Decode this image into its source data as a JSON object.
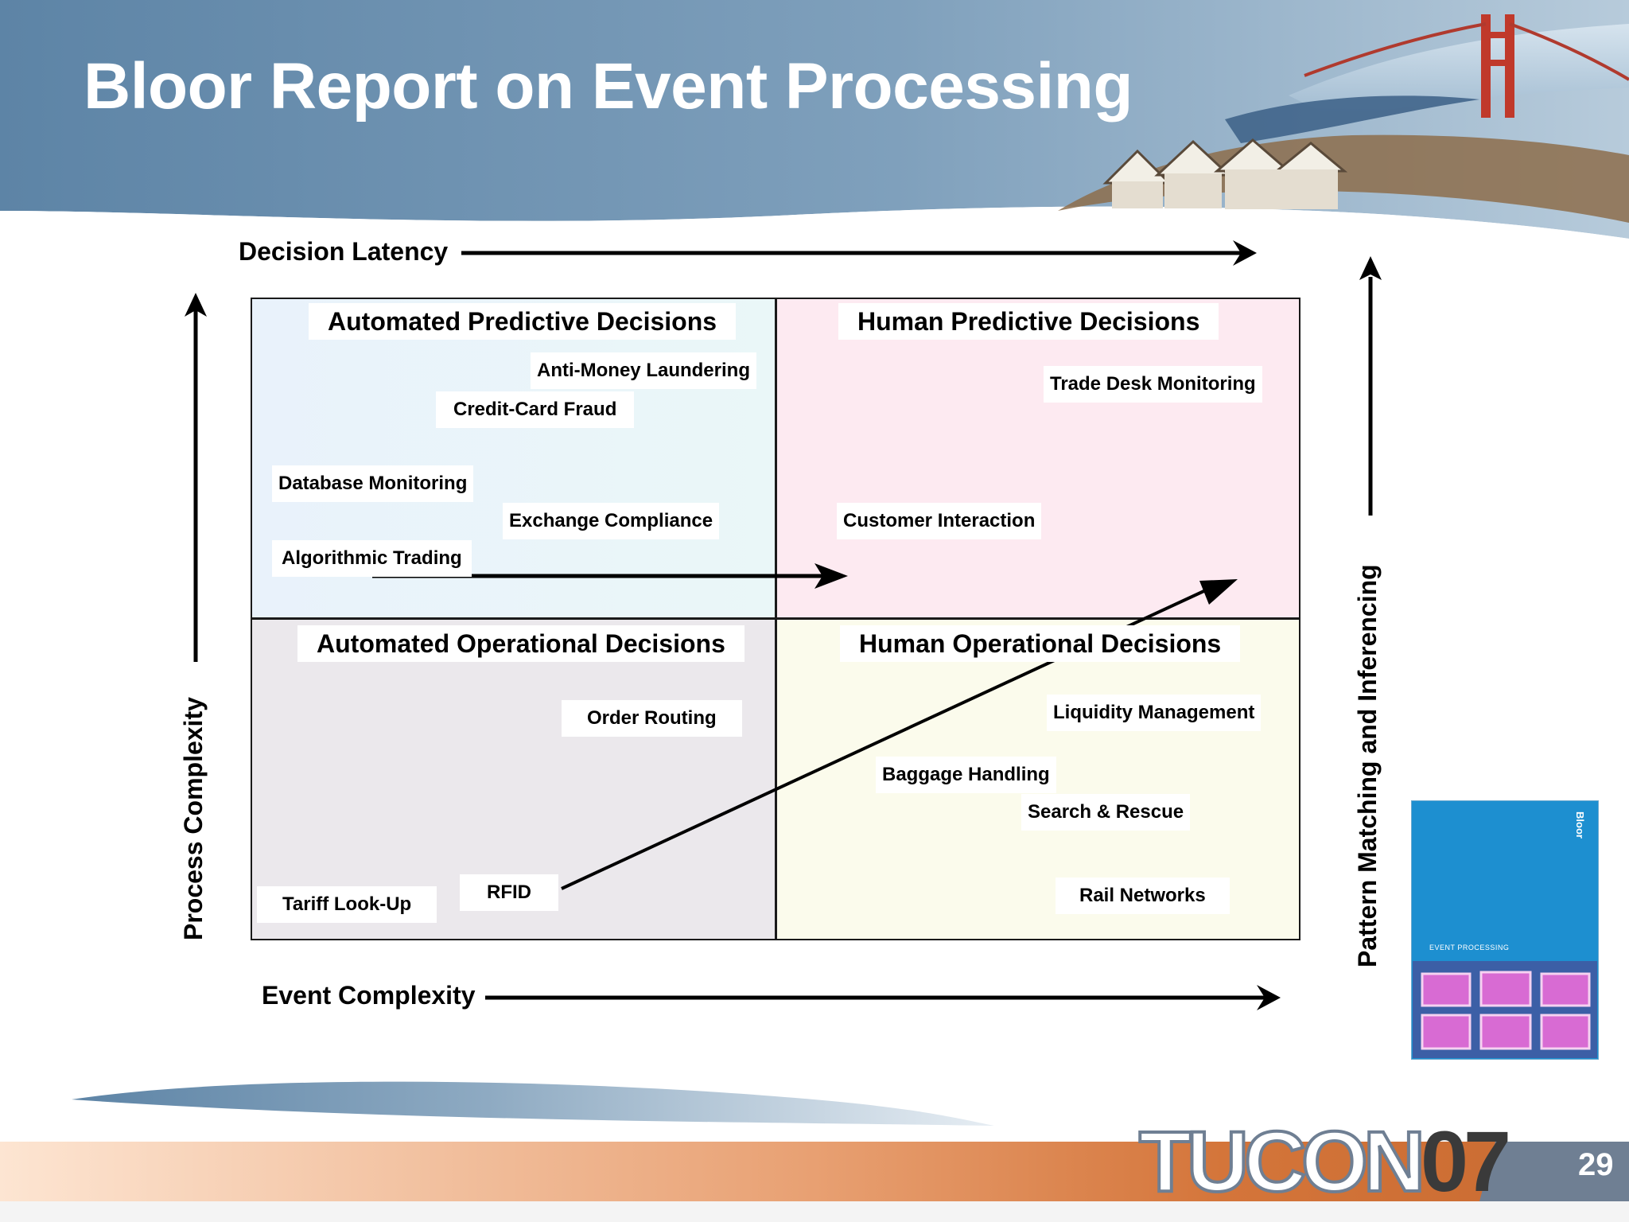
{
  "title": "Bloor Report on Event Processing",
  "axes": {
    "top": "Decision Latency",
    "bottom": "Event Complexity",
    "left": "Process Complexity",
    "right": "Pattern Matching and Inferencing"
  },
  "quadrants": {
    "top_left": {
      "title": "Automated Predictive Decisions",
      "items": [
        "Anti-Money Laundering",
        "Credit-Card Fraud",
        "Database Monitoring",
        "Exchange Compliance",
        "Algorithmic Trading"
      ]
    },
    "top_right": {
      "title": "Human Predictive Decisions",
      "items": [
        "Trade Desk Monitoring",
        "Customer Interaction"
      ]
    },
    "bottom_left": {
      "title": "Automated Operational Decisions",
      "items": [
        "Order Routing",
        "Tariff Look-Up",
        "RFID"
      ]
    },
    "bottom_right": {
      "title": "Human Operational Decisions",
      "items": [
        "Liquidity Management",
        "Baggage Handling",
        "Search & Rescue",
        "Rail Networks"
      ]
    }
  },
  "footer": {
    "brand_light": "TUCON",
    "brand_dark": "07",
    "page_number": "29"
  },
  "book": {
    "label": "EVENT PROCESSING",
    "brand": "Bloor"
  },
  "colors": {
    "header_blue": "#5f87a8",
    "footer_orange": "#d4753a",
    "quadrant_tl": "#e9f2fb",
    "quadrant_tr": "#fdeaf1",
    "quadrant_bl": "#ebe8ec",
    "quadrant_br": "#fbfbec",
    "book_blue": "#1d8fd0"
  }
}
